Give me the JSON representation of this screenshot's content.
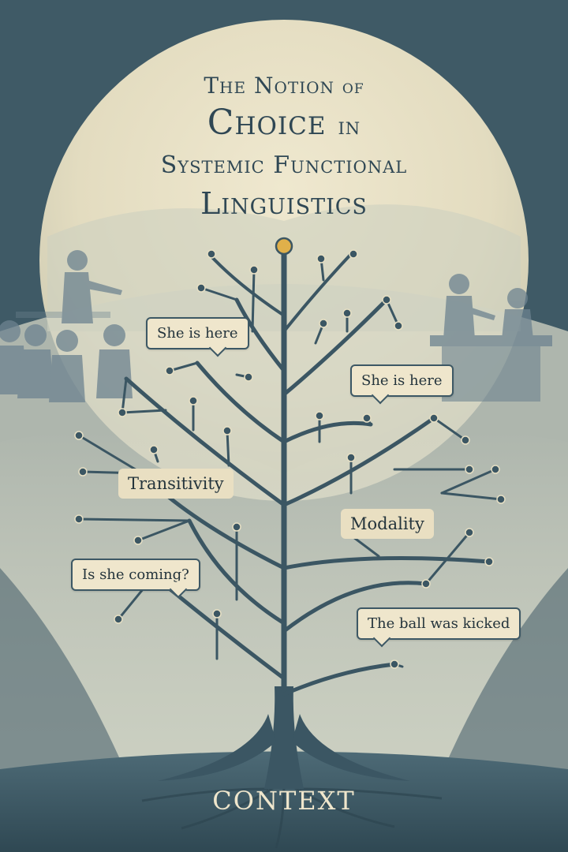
{
  "title": {
    "line1_a": "The Notion",
    "line1_b": "of",
    "line2_a": "Choice",
    "line2_b": "in",
    "line3": "Systemic Functional",
    "line4": "Linguistics"
  },
  "bubbles": {
    "b1": "She is here",
    "b2": "She is here",
    "b3": "Is she coming?",
    "b4": "The ball was kicked"
  },
  "labels": {
    "transitivity": "Transitivity",
    "modality": "Modality"
  },
  "root_label": "CONTEXT",
  "colors": {
    "background": "#3f5a66",
    "moon": "#e9e2c6",
    "tree": "#3b5663",
    "bubble_fill": "#efe6cc",
    "root_node": "#e0b04a"
  }
}
